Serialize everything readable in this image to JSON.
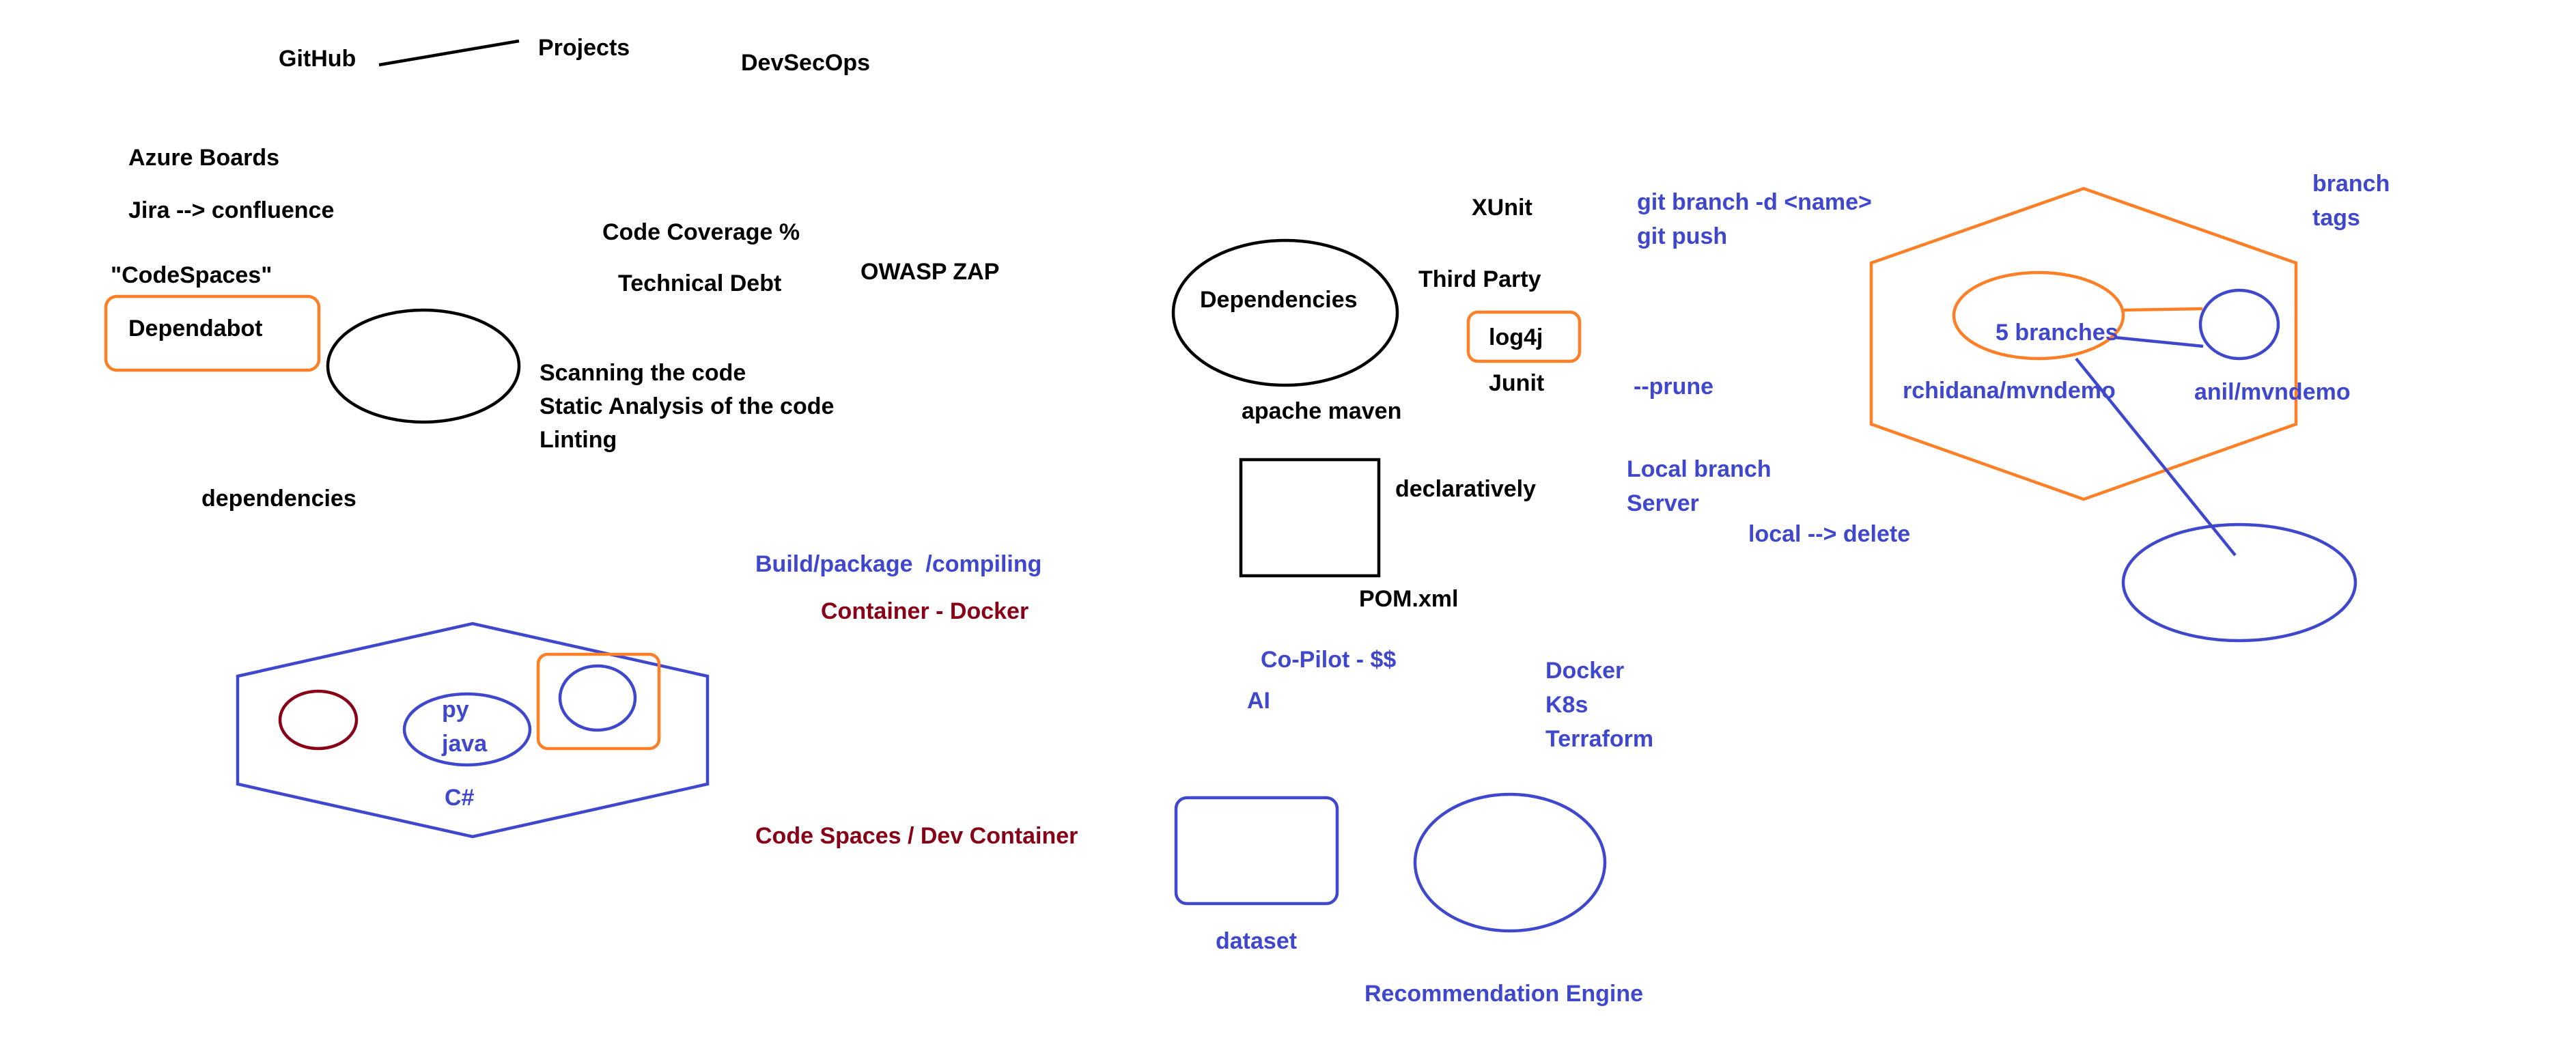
{
  "colors": {
    "black": "#000000",
    "blue": "#3f48cc",
    "dark_red": "#880015",
    "orange": "#ff7f27",
    "background": "#ffffff"
  },
  "left": {
    "github": "GitHub",
    "projects": "Projects",
    "devsecops": "DevSecOps",
    "azure_boards": "Azure Boards",
    "jira": "Jira --> confluence",
    "codespaces": "\"CodeSpaces\"",
    "dependabot": "Dependabot",
    "scanning": "Scanning the code",
    "static_analysis": "Static Analysis of the code",
    "linting": "Linting",
    "dependencies": "dependencies",
    "code_coverage": "Code Coverage %",
    "technical_debt": "Technical Debt",
    "owasp_zap": "OWASP ZAP"
  },
  "left_bottom": {
    "build_package": "Build/package  /compiling",
    "container_docker": "Container - Docker",
    "lang_py": "py",
    "lang_java": "java",
    "lang_csharp": "C#",
    "code_spaces": "Code Spaces / Dev Container"
  },
  "middle": {
    "xunit": "XUnit",
    "third_party": "Third Party",
    "dependencies": "Dependencies",
    "log4j": "log4j",
    "junit": "Junit",
    "apache_maven": "apache maven",
    "declaratively": "declaratively",
    "pom_xml": "POM.xml",
    "copilot": "Co-Pilot - $$",
    "ai": "AI",
    "docker": "Docker",
    "k8s": "K8s",
    "terraform": "Terraform",
    "dataset": "dataset",
    "recommendation_engine": "Recommendation Engine"
  },
  "right": {
    "git_branch_delete": "git branch -d <name>",
    "git_push": "git push",
    "prune": "--prune",
    "local_branch": "Local branch",
    "server": "Server",
    "local_delete": "local --> delete",
    "branch": "branch",
    "tags": "tags",
    "five_branches": "5 branches",
    "rchidana_repo": "rchidana/mvndemo",
    "anil_repo": "anil/mvndemo"
  }
}
